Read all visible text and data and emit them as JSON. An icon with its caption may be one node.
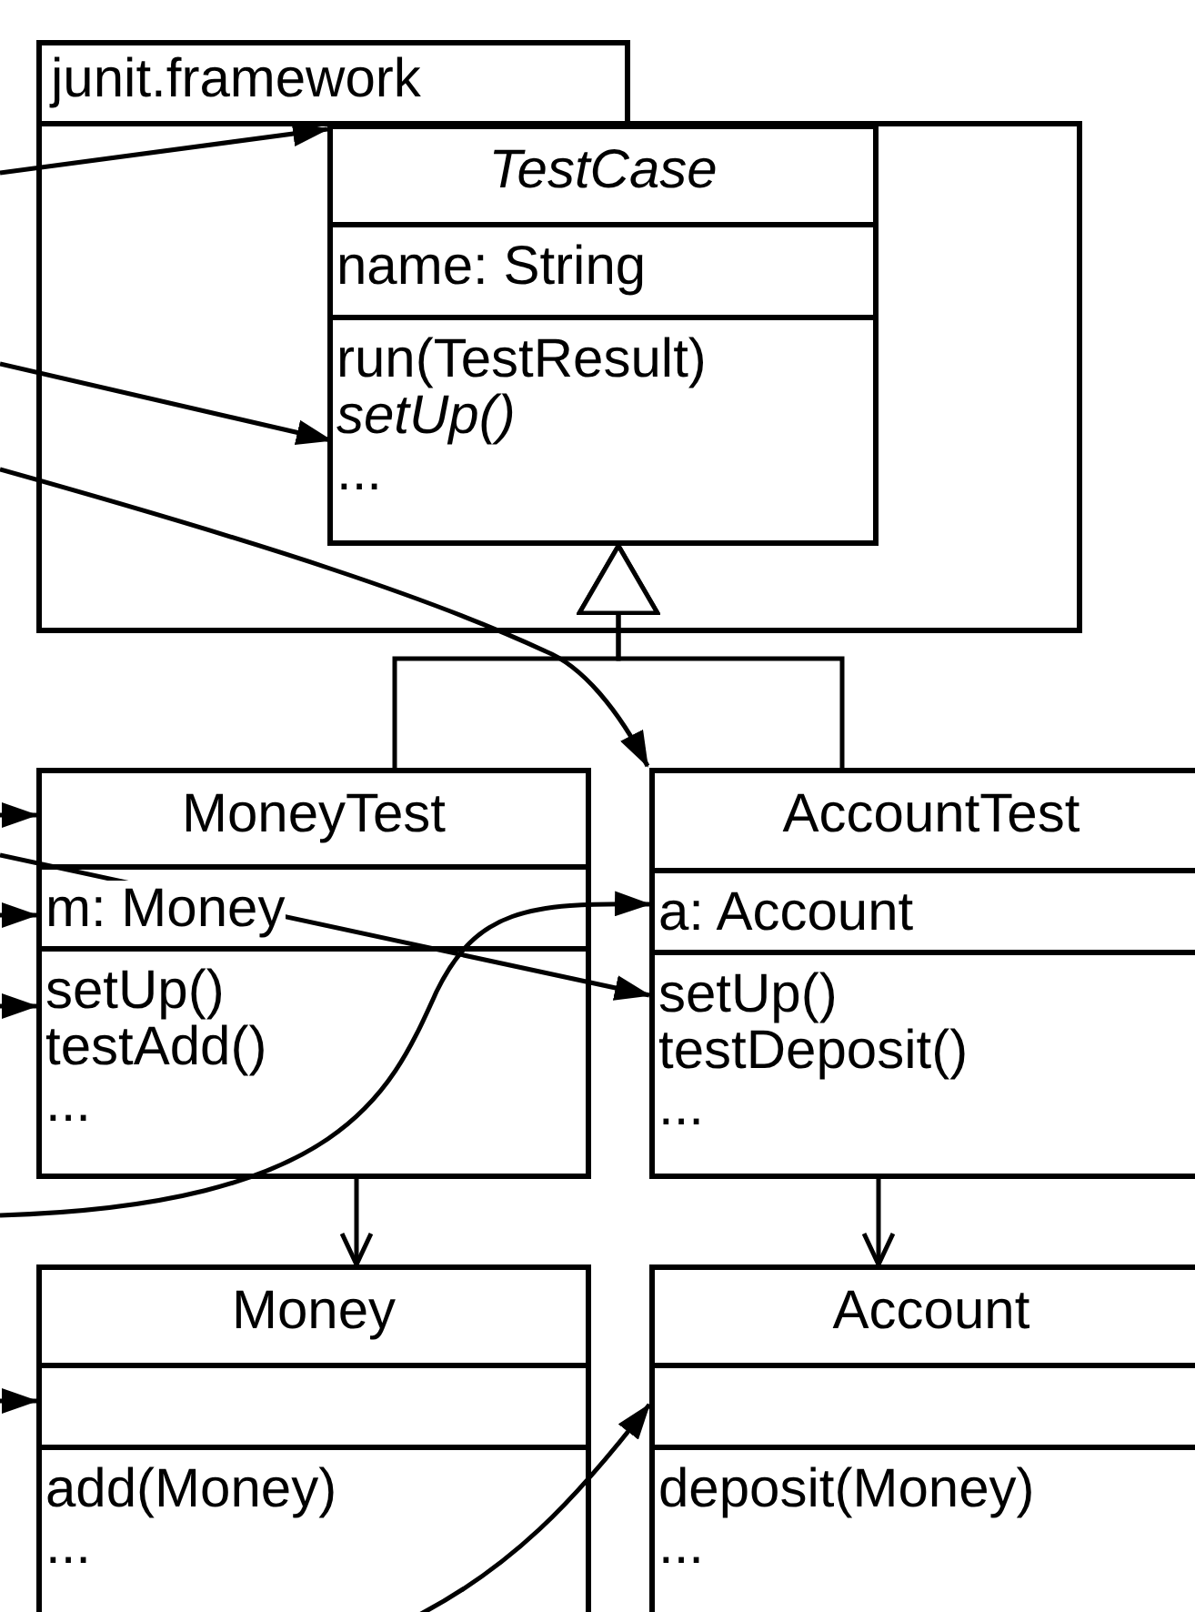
{
  "diagram": {
    "nodes": [
      {
        "text": [
          "junit.framework"
        ]
      },
      {
        "text": [
          "TestCase",
          "name: String",
          "run(TestResult)",
          "setUp()",
          "..."
        ],
        "in": 0
      },
      {
        "text": [
          "MoneyTest",
          "m: Money",
          "setUp()",
          "testAdd()",
          "..."
        ]
      },
      {
        "text": [
          "AccountTest",
          "a: Account",
          "setUp()",
          "testDeposit()",
          "..."
        ]
      },
      {
        "text": [
          "Money",
          "add(Money)",
          "..."
        ]
      },
      {
        "text": [
          "Account",
          "deposit(Money)",
          "..."
        ]
      }
    ],
    "edges": [
      {
        "from": null,
        "to": 1,
        "arrow": "to"
      },
      {
        "from": null,
        "to": 1,
        "arrow": "to"
      },
      {
        "from": null,
        "to": 3,
        "arrow": "to"
      },
      {
        "from": null,
        "to": 2,
        "arrow": "to"
      },
      {
        "from": null,
        "to": 3,
        "arrow": "to"
      },
      {
        "from": null,
        "to": 2,
        "arrow": "to"
      },
      {
        "from": null,
        "to": 2,
        "arrow": "to"
      },
      {
        "from": null,
        "to": 3,
        "arrow": "to"
      },
      {
        "from": null,
        "to": 4,
        "arrow": "to"
      },
      {
        "from": 4,
        "to": 5,
        "arrow": "to"
      },
      {
        "from": 2,
        "to": 4,
        "arrow": "to"
      },
      {
        "from": 3,
        "to": 5,
        "arrow": "to"
      },
      {
        "from": 2,
        "to": 1,
        "arrow": "to"
      },
      {
        "from": 3,
        "to": 1,
        "arrow": "to"
      }
    ]
  }
}
